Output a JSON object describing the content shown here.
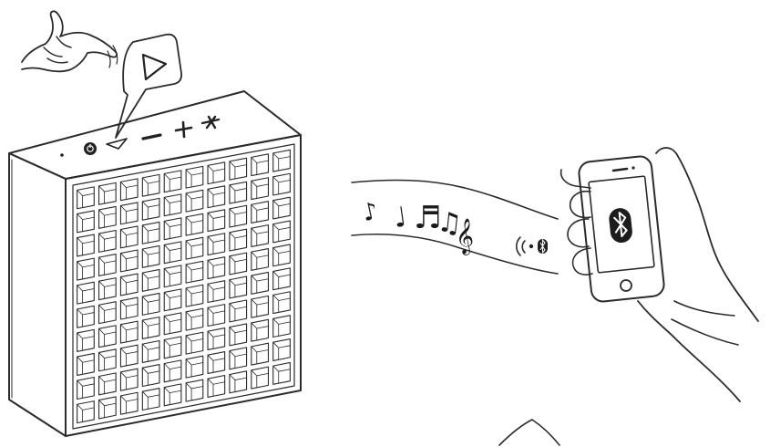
{
  "illustration": {
    "speaker": {
      "top_buttons": [
        "power",
        "play",
        "minus",
        "plus",
        "bluetooth"
      ],
      "grille": {
        "columns": 10,
        "rows": 10
      }
    },
    "callout_icon": "play-icon",
    "music_notes": [
      "♪",
      "♩",
      "♬",
      "♫",
      "𝄞"
    ],
    "phone": {
      "screen_icon": "bluetooth-icon"
    },
    "signal_icon": "bluetooth-signal-icon"
  }
}
